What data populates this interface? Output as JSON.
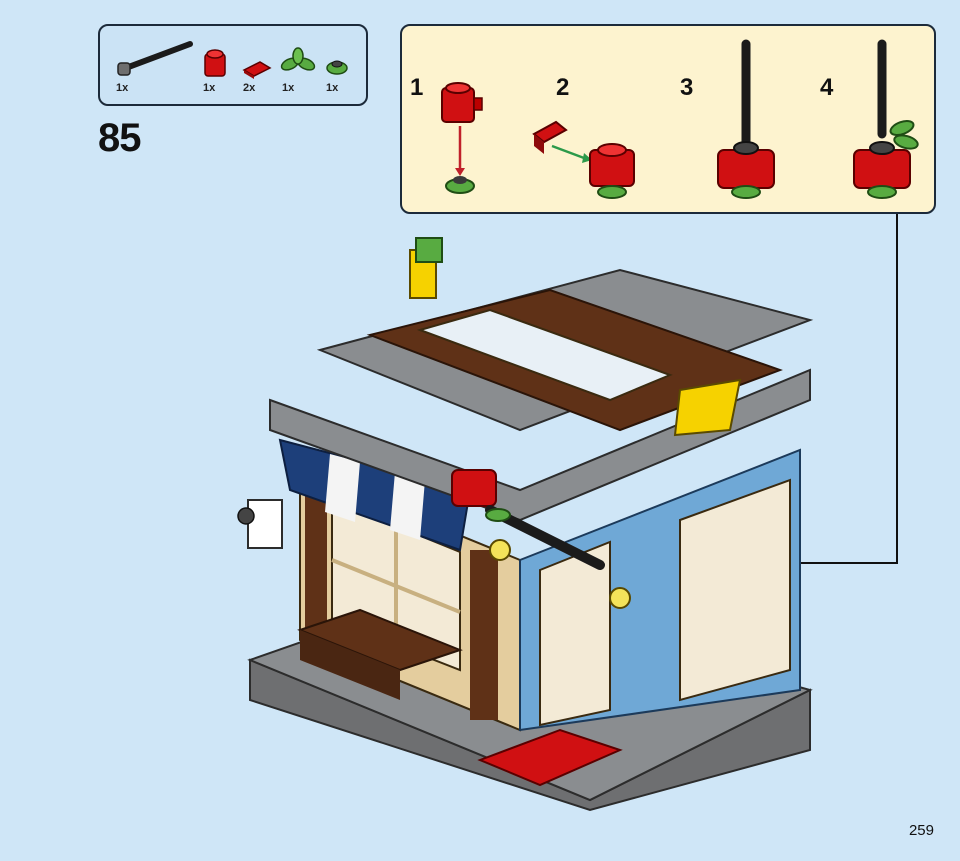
{
  "step": {
    "number": "85"
  },
  "parts": [
    {
      "icon": "black-bar-icon",
      "qty": "1x"
    },
    {
      "icon": "red-round-brick-icon",
      "qty": "1x"
    },
    {
      "icon": "red-tile-icon",
      "qty": "2x"
    },
    {
      "icon": "green-leaf-plate-icon",
      "qty": "1x"
    },
    {
      "icon": "green-round-plate-icon",
      "qty": "1x"
    }
  ],
  "substeps": [
    {
      "label": "1"
    },
    {
      "label": "2"
    },
    {
      "label": "3"
    },
    {
      "label": "4"
    }
  ],
  "page": {
    "number": "259"
  },
  "colors": {
    "background": "#cfe6f7",
    "substep_panel": "#fdf3cf",
    "red": "#d01012",
    "green": "#58ab41",
    "black": "#1b1b1b",
    "brown": "#5f3117",
    "tan": "#e4cd9e",
    "light_blue": "#6fa8d6",
    "dark_blue": "#1d3f7a",
    "grey": "#8a8d90"
  }
}
